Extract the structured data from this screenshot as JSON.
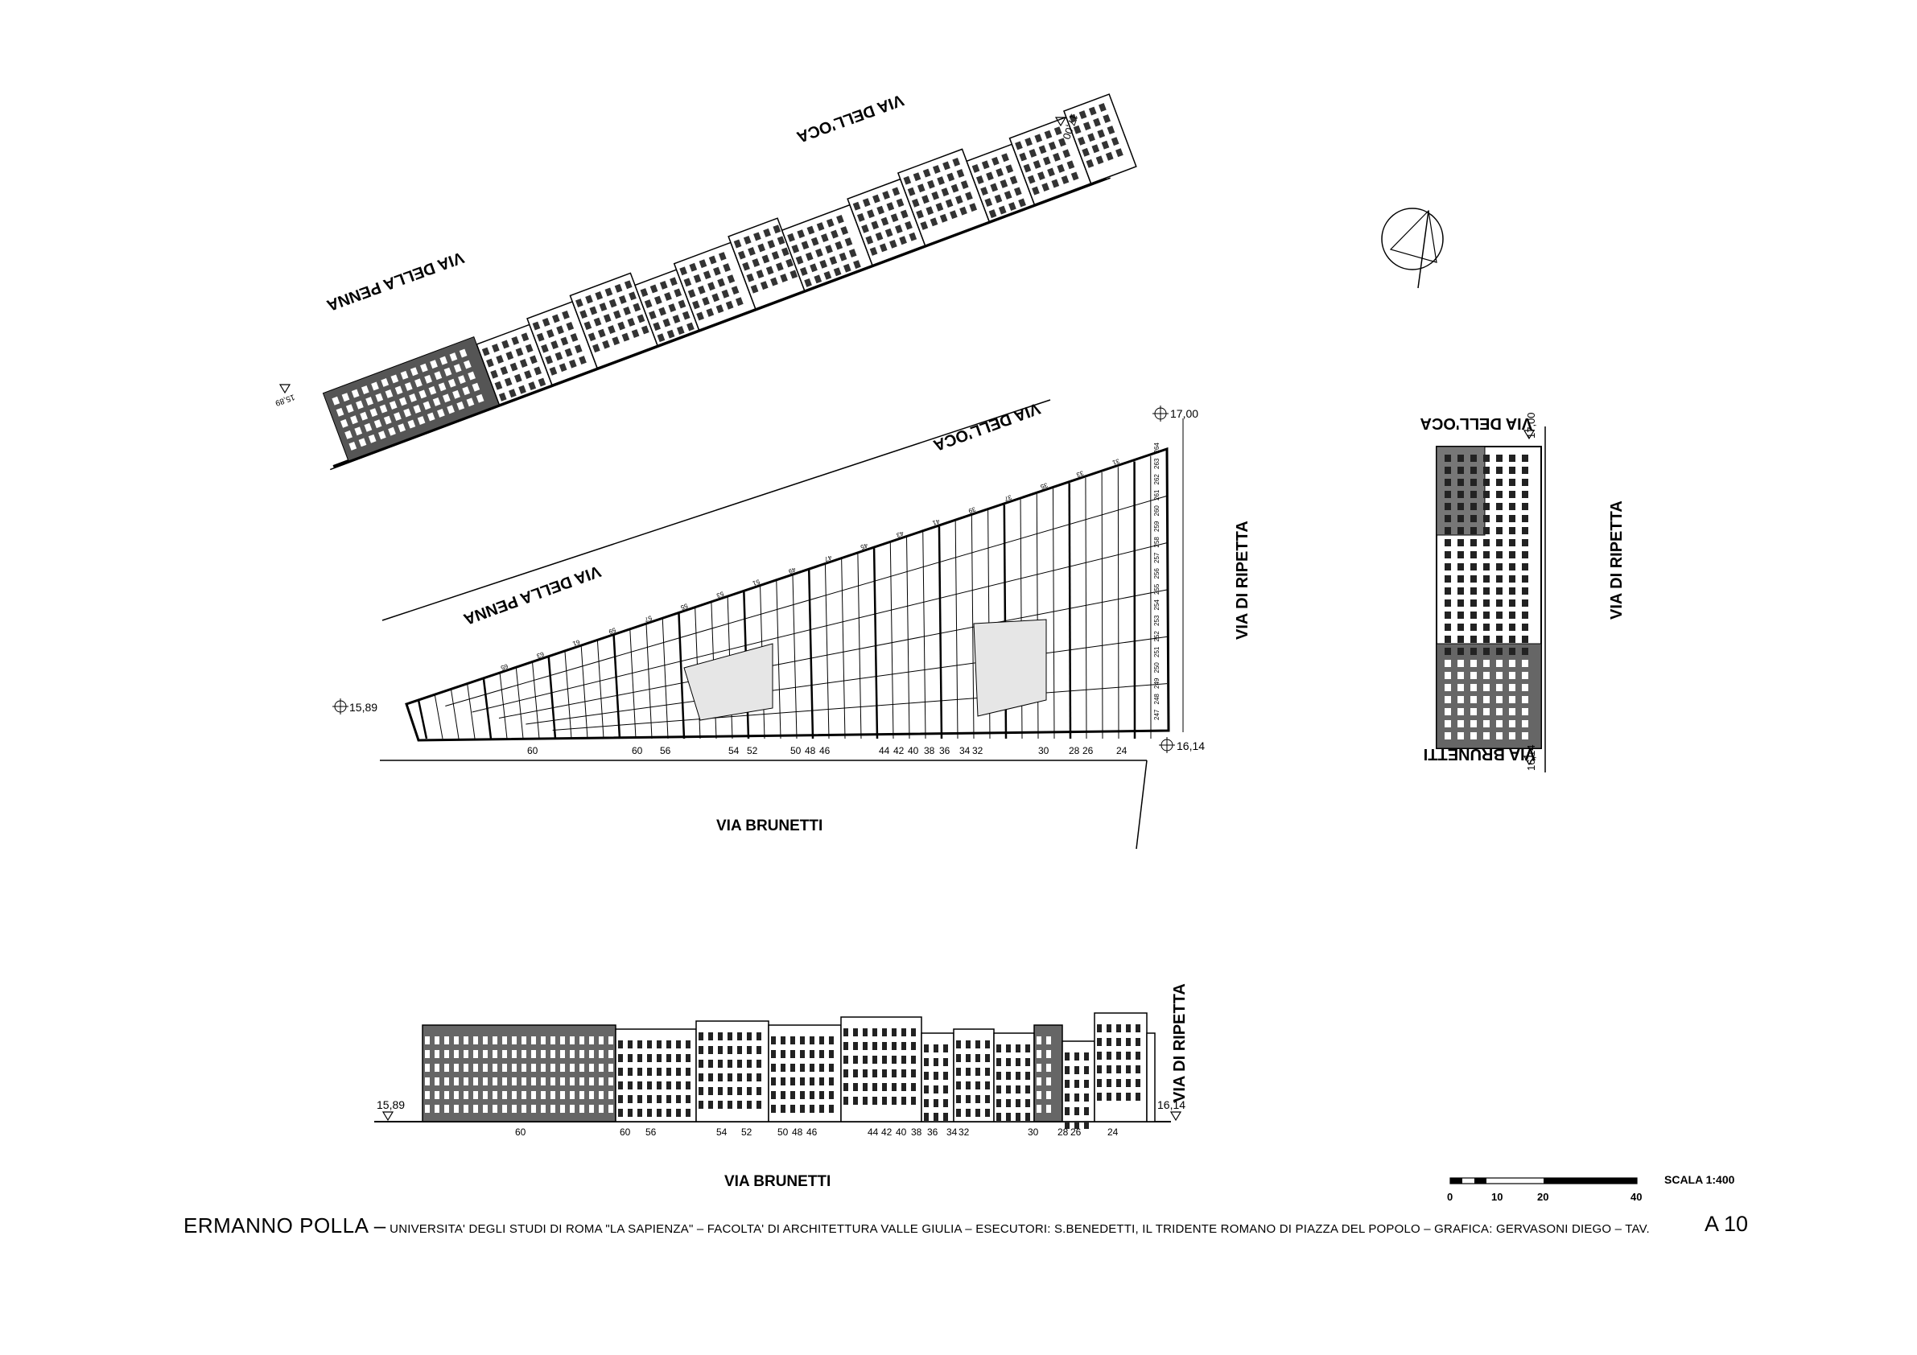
{
  "streets": {
    "via_delloca": "VIA DELL'OCA",
    "via_della_penna": "VIA DELLA PENNA",
    "via_di_ripetta": "VIA DI RIPETTA",
    "via_brunetti": "VIA BRUNETTI"
  },
  "elevations": {
    "e1589": "15,89",
    "e1700": "17,00",
    "e1614": "16,14"
  },
  "plan_numbers_south": [
    "60",
    "60",
    "56",
    "54",
    "52",
    "50",
    "48",
    "46",
    "44",
    "42",
    "40",
    "38",
    "36",
    "34",
    "32",
    "30",
    "28",
    "26",
    "24"
  ],
  "plan_numbers_north": [
    "65",
    "63",
    "61",
    "59",
    "57",
    "55",
    "53",
    "51",
    "49",
    "47",
    "45",
    "43",
    "41",
    "39",
    "37",
    "35",
    "33",
    "31"
  ],
  "ripetta_numbers": [
    "247",
    "248",
    "249",
    "250",
    "251",
    "252",
    "253",
    "254",
    "255",
    "256",
    "257",
    "258",
    "259",
    "260",
    "261",
    "262",
    "263",
    "264"
  ],
  "brunetti_elevation_numbers": [
    "60",
    "60",
    "56",
    "54",
    "52",
    "50",
    "48",
    "46",
    "44",
    "42",
    "40",
    "38",
    "36",
    "34",
    "32",
    "30",
    "28",
    "26",
    "24"
  ],
  "scale": {
    "label": "SCALA 1:400",
    "ticks": [
      "0",
      "10",
      "20",
      "40"
    ]
  },
  "title_block": {
    "author": "ERMANNO POLLA –",
    "credits": "UNIVERSITA' DEGLI STUDI DI ROMA  \"LA SAPIENZA\" – FACOLTA' DI ARCHITETTURA VALLE GIULIA – ESECUTORI: S.BENEDETTI, IL TRIDENTE ROMANO DI PIAZZA DEL POPOLO – GRAFICA: GERVASONI DIEGO – TAV.",
    "sheet": "A 10"
  }
}
